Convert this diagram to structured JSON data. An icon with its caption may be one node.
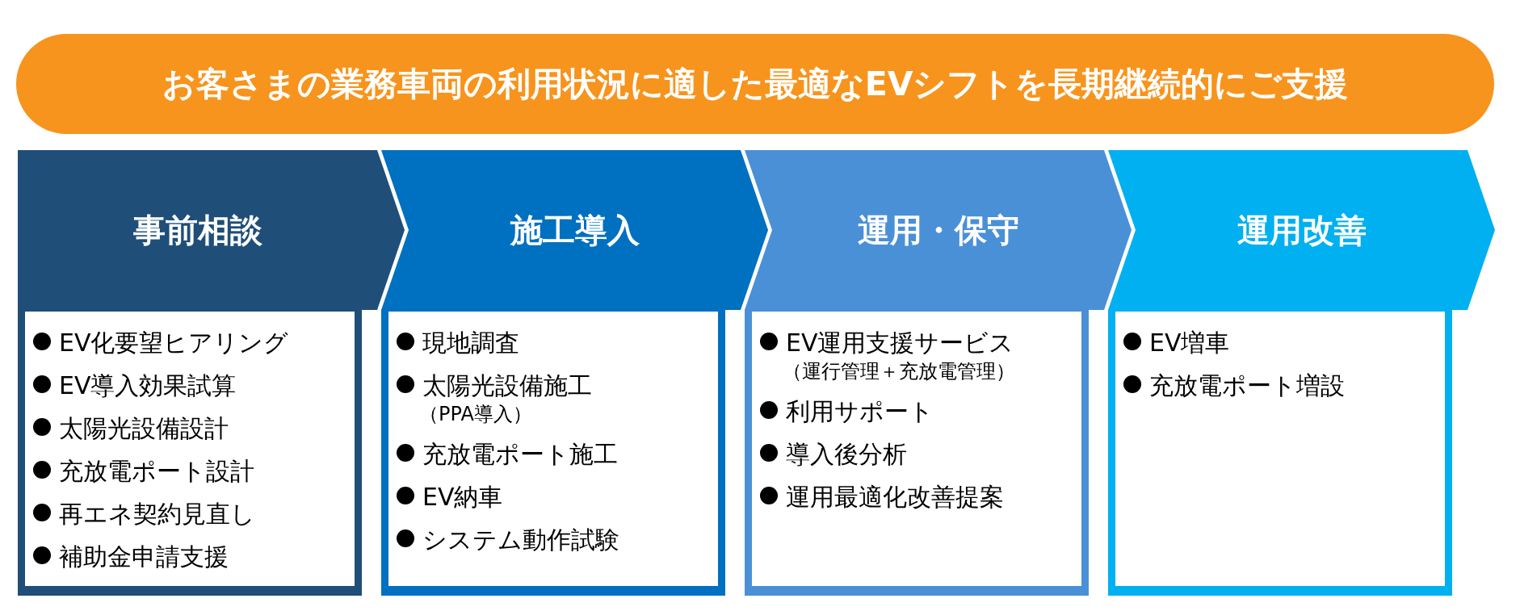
{
  "diagram": {
    "nodes": [
      {
        "text": [
          "お客さまの業務車両の利用状況に適した最適なEVシフトを長期継続的にご支援"
        ]
      },
      {
        "text": [
          "事前相談"
        ]
      },
      {
        "text": [
          "EV化要望ヒアリング",
          "EV導入効果試算",
          "太陽光設備設計",
          "充放電ポート設計",
          "再エネ契約見直し",
          "補助金申請支援"
        ],
        "in": 1
      },
      {
        "text": [
          "施工導入"
        ]
      },
      {
        "text": [
          "現地調査",
          "太陽光設備施工",
          "（PPA導入）",
          "充放電ポート施工",
          "EV納車",
          "システム動作試験"
        ],
        "in": 3
      },
      {
        "text": [
          "運用・保守"
        ]
      },
      {
        "text": [
          "EV運用支援サービス",
          "（運行管理＋充放電管理）",
          "利用サポート",
          "導入後分析",
          "運用最適化改善提案"
        ],
        "in": 5
      },
      {
        "text": [
          "運用改善"
        ]
      },
      {
        "text": [
          "EV増車",
          "充放電ポート増設"
        ],
        "in": 7
      }
    ],
    "edges": [
      {
        "from": 1,
        "to": 3,
        "arrow": "to",
        "color": "#1f4e79"
      },
      {
        "from": 3,
        "to": 5,
        "arrow": "to",
        "color": "#0070c0"
      },
      {
        "from": 5,
        "to": 7,
        "arrow": "to",
        "color": "#4a90d6"
      }
    ]
  }
}
